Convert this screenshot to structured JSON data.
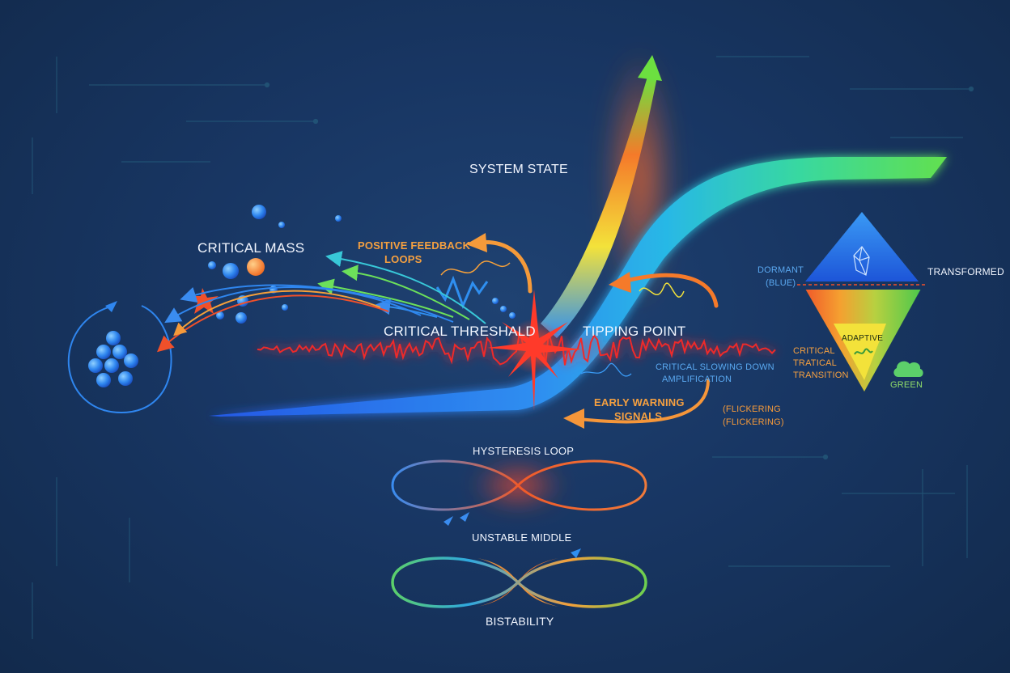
{
  "labels": {
    "system_state": "SYSTEM STATE",
    "critical_mass": "CRITICAL MASS",
    "positive_feedback_line1": "POSITIVE FEEDBACK",
    "positive_feedback_line2": "LOOPS",
    "critical_threshold": "CRITICAL THRESHALD",
    "tipping_point": "TIPPING POINT",
    "critical_slowing_line1": "CRITICAL SLOWING DOWN",
    "critical_slowing_line2": "AMPLIFICATION",
    "early_warning_line1": "EARLY WARNING",
    "early_warning_line2": "SIGNALS",
    "flickering_line1": "(FLICKERING",
    "flickering_line2": "(FLICKERING)",
    "hysteresis_loop": "HYSTERESIS LOOP",
    "unstable_middle": "UNSTABLE MIDDLE",
    "bistability": "BISTABILITY",
    "dormant_line1": "DORMANT",
    "dormant_line2": "(BLUE)",
    "transformed": "TRANSFORMED",
    "adaptive": "ADAPTIVE",
    "critical_transition_line1": "CRITICAL",
    "critical_transition_line2": "TRATICAL",
    "critical_transition_line3": "TRANSITION",
    "green": "GREEN"
  },
  "icons": {
    "crystal": "crystal-icon",
    "cloud": "cloud-icon",
    "wave": "wave-icon",
    "burst": "burst-icon"
  },
  "colors": {
    "background": "#183663",
    "blue": "#2f7ff0",
    "green": "#5ce06a",
    "orange": "#f59a3a",
    "red": "#ee2a2a",
    "yellow": "#f3e23a"
  }
}
